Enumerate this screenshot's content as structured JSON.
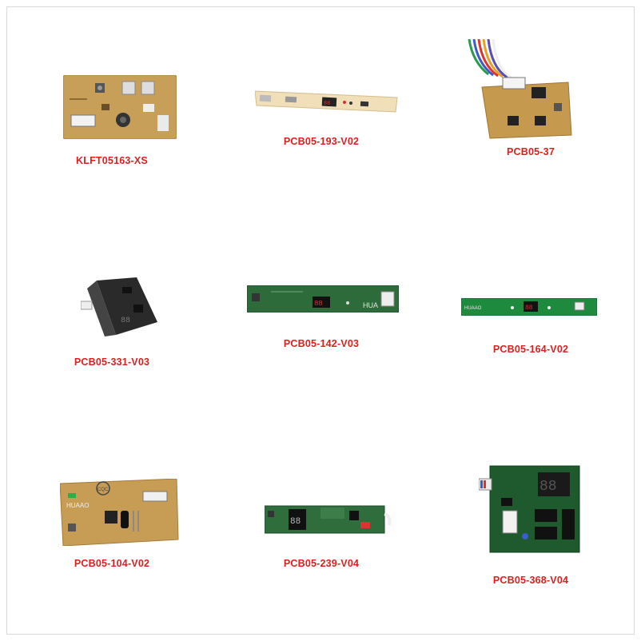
{
  "products": [
    {
      "id": "p1",
      "label": "KLFT05163-XS"
    },
    {
      "id": "p2",
      "label": "PCB05-193-V02"
    },
    {
      "id": "p3",
      "label": "PCB05-37"
    },
    {
      "id": "p4",
      "label": "PCB05-331-V03"
    },
    {
      "id": "p5",
      "label": "PCB05-142-V03"
    },
    {
      "id": "p6",
      "label": "PCB05-164-V02"
    },
    {
      "id": "p7",
      "label": "PCB05-104-V02"
    },
    {
      "id": "p8",
      "label": "PCB05-239-V04"
    },
    {
      "id": "p9",
      "label": "PCB05-368-V04"
    }
  ],
  "board_markings": {
    "huaao": "HUAAO",
    "cqc": "CQC",
    "hua": "HUA",
    "digits": "88"
  },
  "colors": {
    "label_red": "#e01e1e",
    "pcb_tan": "#c8a25a",
    "pcb_green": "#2f6b3a",
    "pcb_dark_green": "#1f4d2a"
  }
}
